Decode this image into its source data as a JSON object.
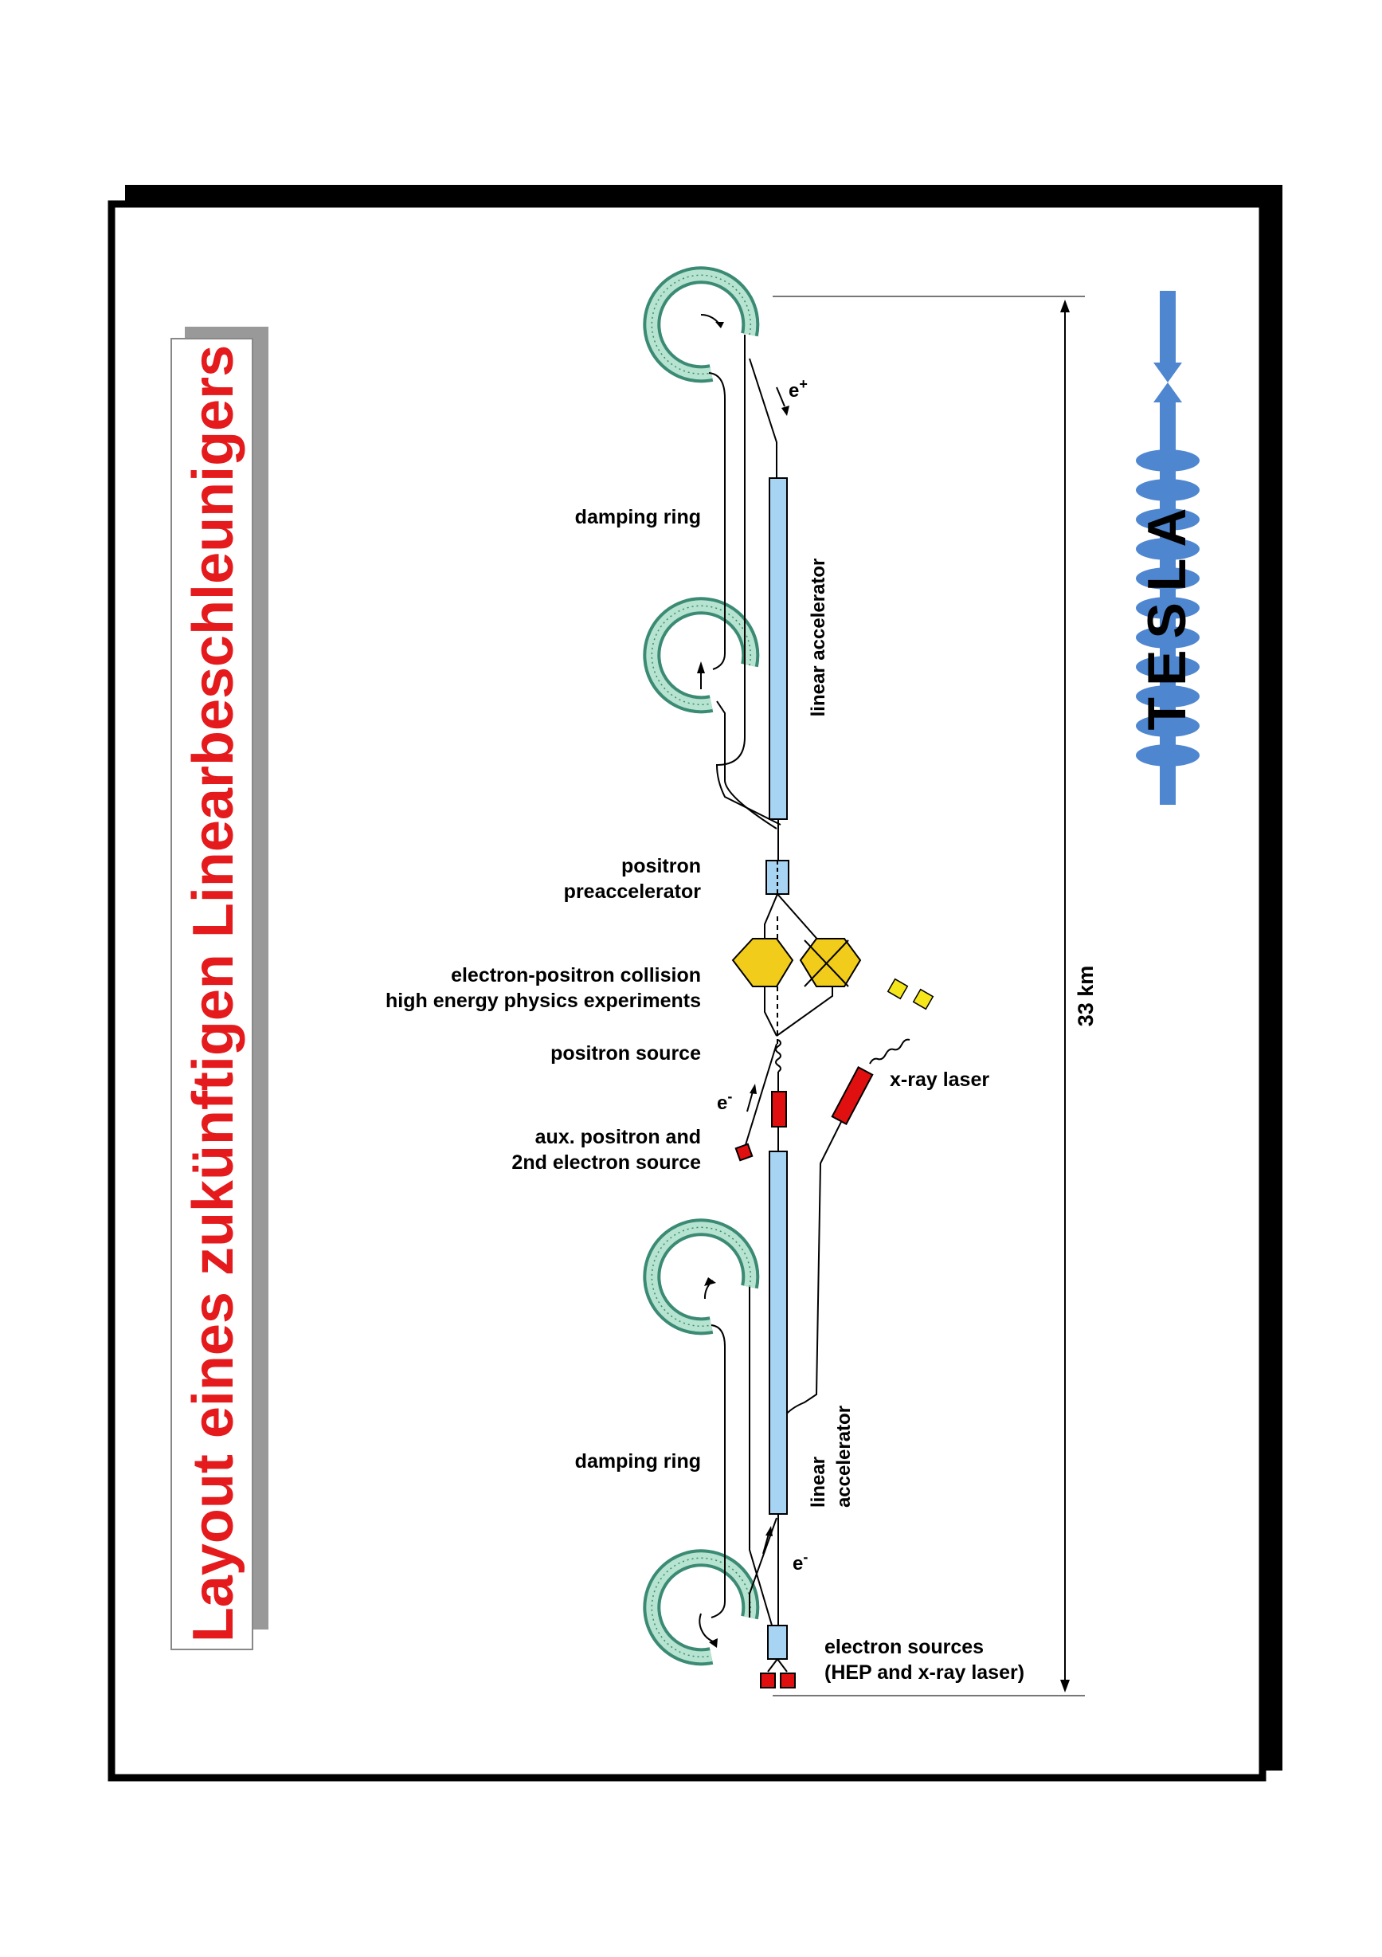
{
  "page": {
    "title": "Layout eines zukünftigen Linearbeschleunigers"
  },
  "diagram": {
    "damping_ring_upper": "damping ring",
    "damping_ring_lower": "damping ring",
    "linac_upper": "linear accelerator",
    "linac_lower_line1": "linear",
    "linac_lower_line2": "accelerator",
    "positron_preacc_line1": "positron",
    "positron_preacc_line2": "preaccelerator",
    "collision_line1": "electron-positron collision",
    "collision_line2": "high energy physics experiments",
    "positron_source": "positron source",
    "aux_line1": "aux. positron and",
    "aux_line2": "2nd electron source",
    "xray_laser": "x-ray laser",
    "electron_sources_line1": "electron sources",
    "electron_sources_line2": "(HEP and x-ray laser)",
    "e_plus_base": "e",
    "e_plus_sup": "+",
    "e_minus_base": "e",
    "e_minus_sup": "-",
    "length": "33 km"
  },
  "logo": {
    "letters": "TESLA"
  },
  "colors": {
    "title_red": "#e41a1c",
    "linac_blue": "#a6d4f2",
    "ring_green": "#3b8a74",
    "hex_yellow": "#f2cc1a",
    "source_red": "#e01010",
    "logo_blue": "#4f86d0",
    "laser_yellow": "#f5e61c"
  }
}
